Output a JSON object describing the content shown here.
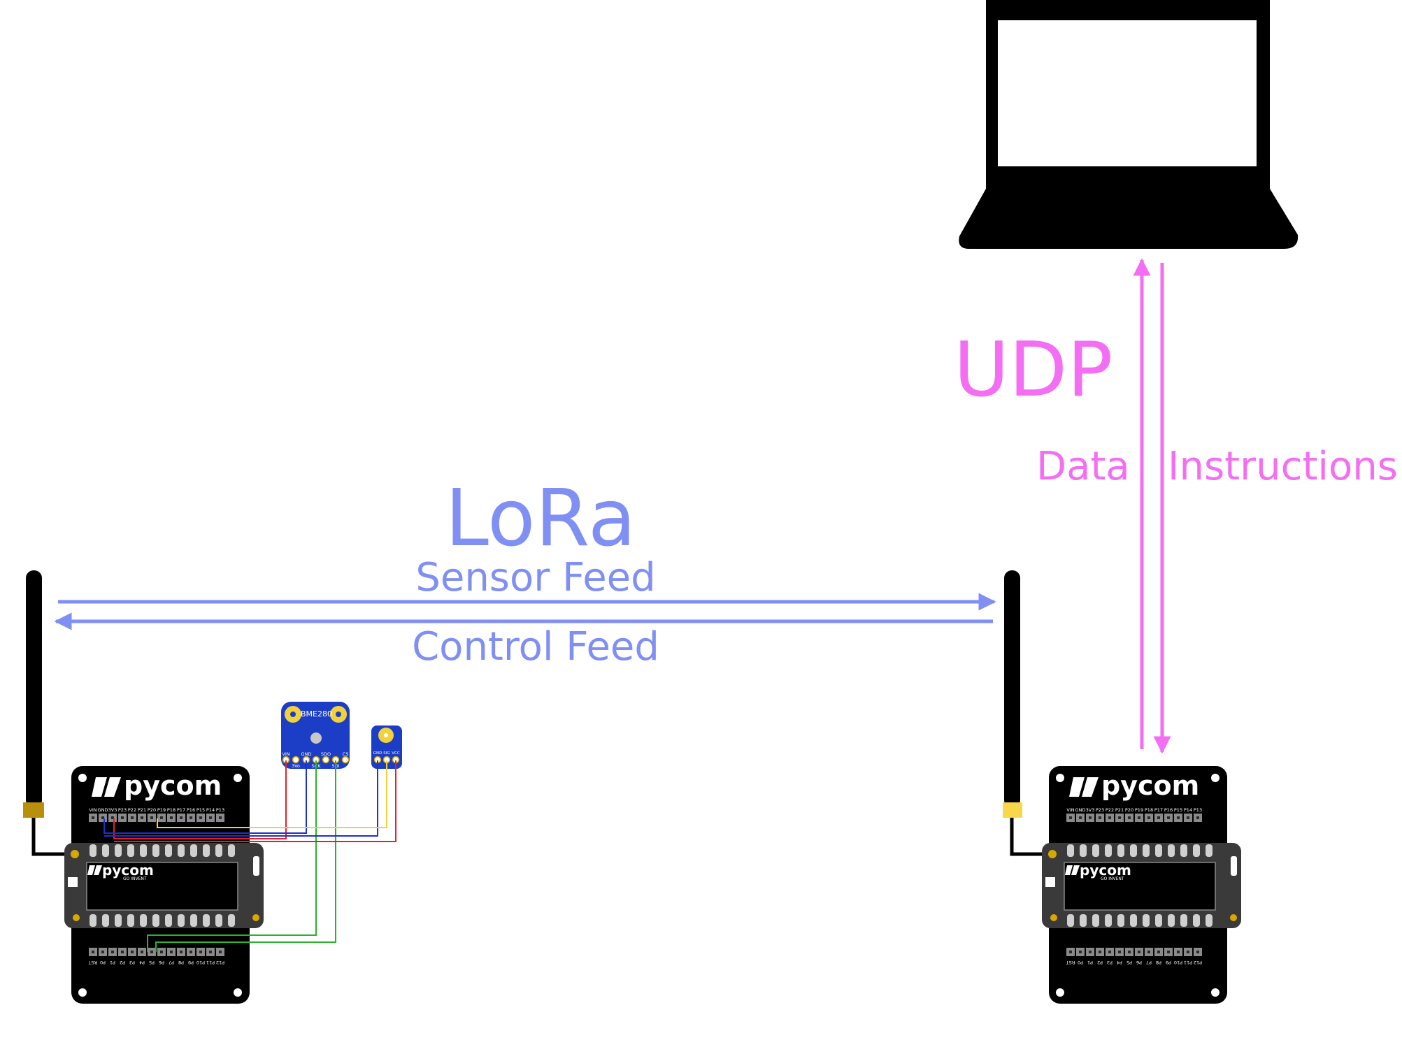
{
  "lora": {
    "title": "LoRa",
    "sensor_feed": "Sensor Feed",
    "control_feed": "Control Feed",
    "color": "#7f8ff4"
  },
  "udp": {
    "title": "UDP",
    "data_label": "Data",
    "instructions_label": "Instructions",
    "color": "#f46ef4"
  },
  "board_left": {
    "brand": "pycom",
    "module_brand": "pycom",
    "module_tagline": "GO INVENT",
    "top_pins": [
      "VIN",
      "GND",
      "3V3",
      "P23",
      "P22",
      "P21",
      "P20",
      "P19",
      "P18",
      "P17",
      "P16",
      "P15",
      "P14",
      "P13"
    ],
    "bottom_pins": [
      "RST",
      "P0",
      "P1",
      "P2",
      "P3",
      "P4",
      "P5",
      "P6",
      "P7",
      "P8",
      "P9",
      "P10",
      "P11",
      "P12"
    ]
  },
  "board_right": {
    "brand": "pycom",
    "module_brand": "pycom",
    "module_tagline": "GO INVENT",
    "top_pins": [
      "VIN",
      "GND",
      "3V3",
      "P23",
      "P22",
      "P21",
      "P20",
      "P19",
      "P18",
      "P17",
      "P16",
      "P15",
      "P14",
      "P13"
    ],
    "bottom_pins": [
      "RST",
      "P0",
      "P1",
      "P2",
      "P3",
      "P4",
      "P5",
      "P6",
      "P7",
      "P8",
      "P9",
      "P10",
      "P11",
      "P12"
    ]
  },
  "sensor_bme": {
    "name": "BME280",
    "top_pins": [
      "VIN",
      "GND",
      "SDO",
      "CS"
    ],
    "bottom_pins": [
      "3Vo",
      "SCK",
      "SDI"
    ]
  },
  "sensor_small": {
    "pins": [
      "GND",
      "SIG",
      "VCC"
    ]
  },
  "wires": {
    "red": "#e8202a",
    "blue": "#1d2fd6",
    "yellow": "#f2d23b",
    "green": "#2ab32a"
  }
}
